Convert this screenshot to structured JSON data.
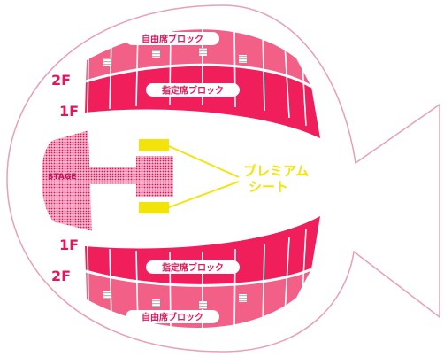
{
  "colors": {
    "outline": "#e8a0b4",
    "floor1": "#f01e5a",
    "floor2": "#f26088",
    "divider": "#ffffff",
    "stage_fill": "#ef3a7d",
    "premium": "#f2e40a",
    "label": "#e6145a"
  },
  "map": {
    "stage_label": "STAGE",
    "premium_label_line1": "プレミアム",
    "premium_label_line2": "シート",
    "upper": {
      "floor2_label": "2F",
      "floor1_label": "1F",
      "free_block_label": "自由席ブロック",
      "reserved_block_label": "指定席ブロック"
    },
    "lower": {
      "floor1_label": "1F",
      "floor2_label": "2F",
      "reserved_block_label": "指定席ブロック",
      "free_block_label": "自由席ブロック"
    }
  }
}
